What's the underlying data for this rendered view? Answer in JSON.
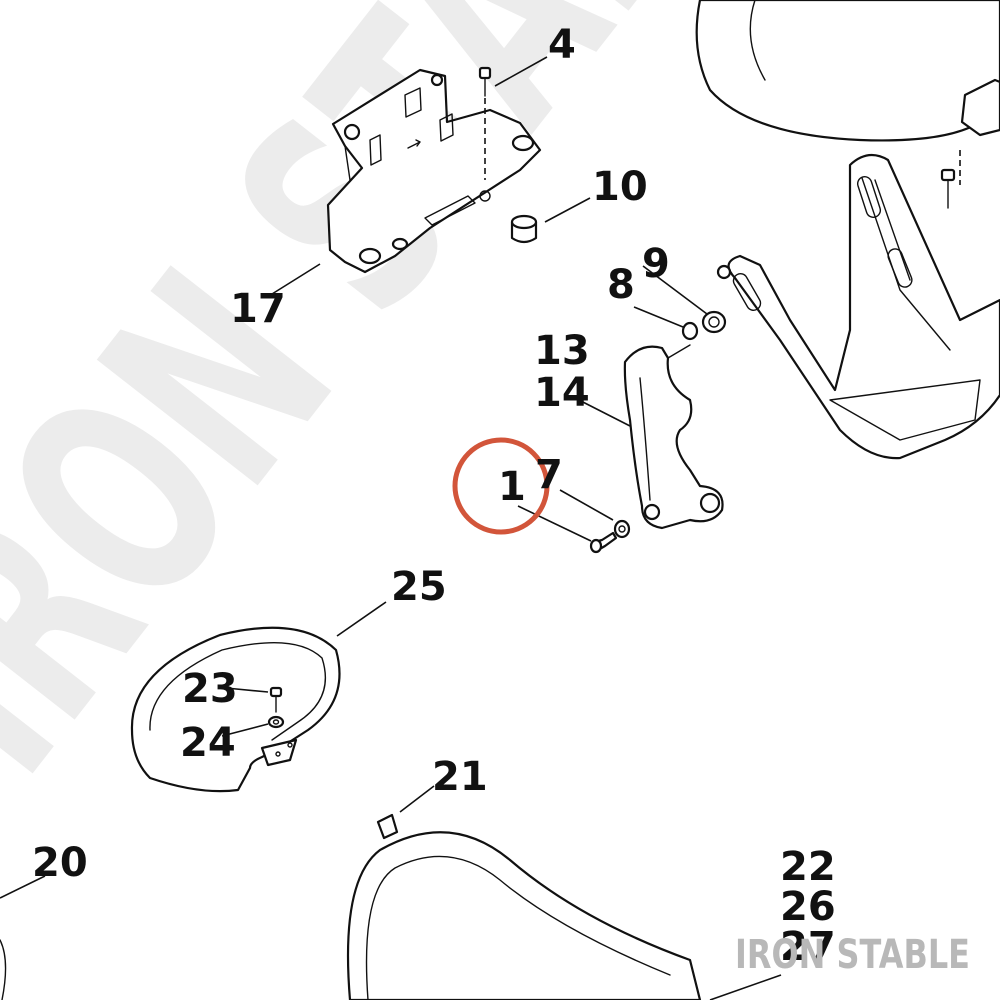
{
  "watermark": {
    "text": "IRON STABLE",
    "credit": "IRON STABLE",
    "color": "#ececec",
    "credit_color": "#b8b8b8"
  },
  "highlight": {
    "color": "#d2553a"
  },
  "callouts": {
    "c1": "1",
    "c4": "4",
    "c7": "7",
    "c8": "8",
    "c9": "9",
    "c10": "10",
    "c13": "13",
    "c14": "14",
    "c17": "17",
    "c20": "20",
    "c21": "21",
    "c22": "22",
    "c23": "23",
    "c24": "24",
    "c25": "25",
    "c26": "26",
    "c27": "27"
  }
}
